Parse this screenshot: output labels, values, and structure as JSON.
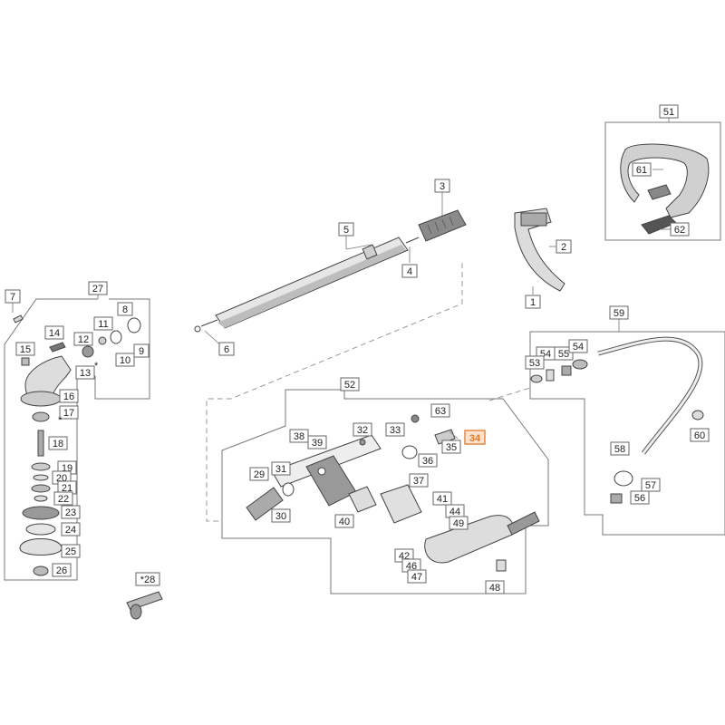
{
  "diagram": {
    "highlight_color": "#e07a2a",
    "labels": {
      "p1": "1",
      "p2": "2",
      "p3": "3",
      "p4": "4",
      "p5": "5",
      "p6": "6",
      "p7": "7",
      "p8": "8",
      "p9": "9",
      "p10": "10",
      "p11": "11",
      "p12": "12",
      "p13": "13",
      "p14": "14",
      "p15": "15",
      "p16": "16",
      "p17": "17",
      "p18": "18",
      "p19": "19",
      "p20": "20",
      "p21": "21",
      "p22": "22",
      "p23": "23",
      "p24": "24",
      "p25": "25",
      "p26": "26",
      "p27": "27",
      "p28": "*28",
      "p29": "29",
      "p30": "30",
      "p31": "31",
      "p32": "32",
      "p33": "33",
      "p34": "34",
      "p35": "35",
      "p36": "36",
      "p37": "37",
      "p38": "38",
      "p39": "39",
      "p40": "40",
      "p41": "41",
      "p42": "42",
      "p44": "44",
      "p46": "46",
      "p47": "47",
      "p48": "48",
      "p49": "49",
      "p51": "51",
      "p52": "52",
      "p53": "53",
      "p54a": "54",
      "p54b": "54",
      "p55": "55",
      "p56": "56",
      "p57": "57",
      "p58": "58",
      "p59": "59",
      "p60": "60",
      "p61": "61",
      "p62": "62",
      "p63": "63",
      "star": "*"
    }
  }
}
